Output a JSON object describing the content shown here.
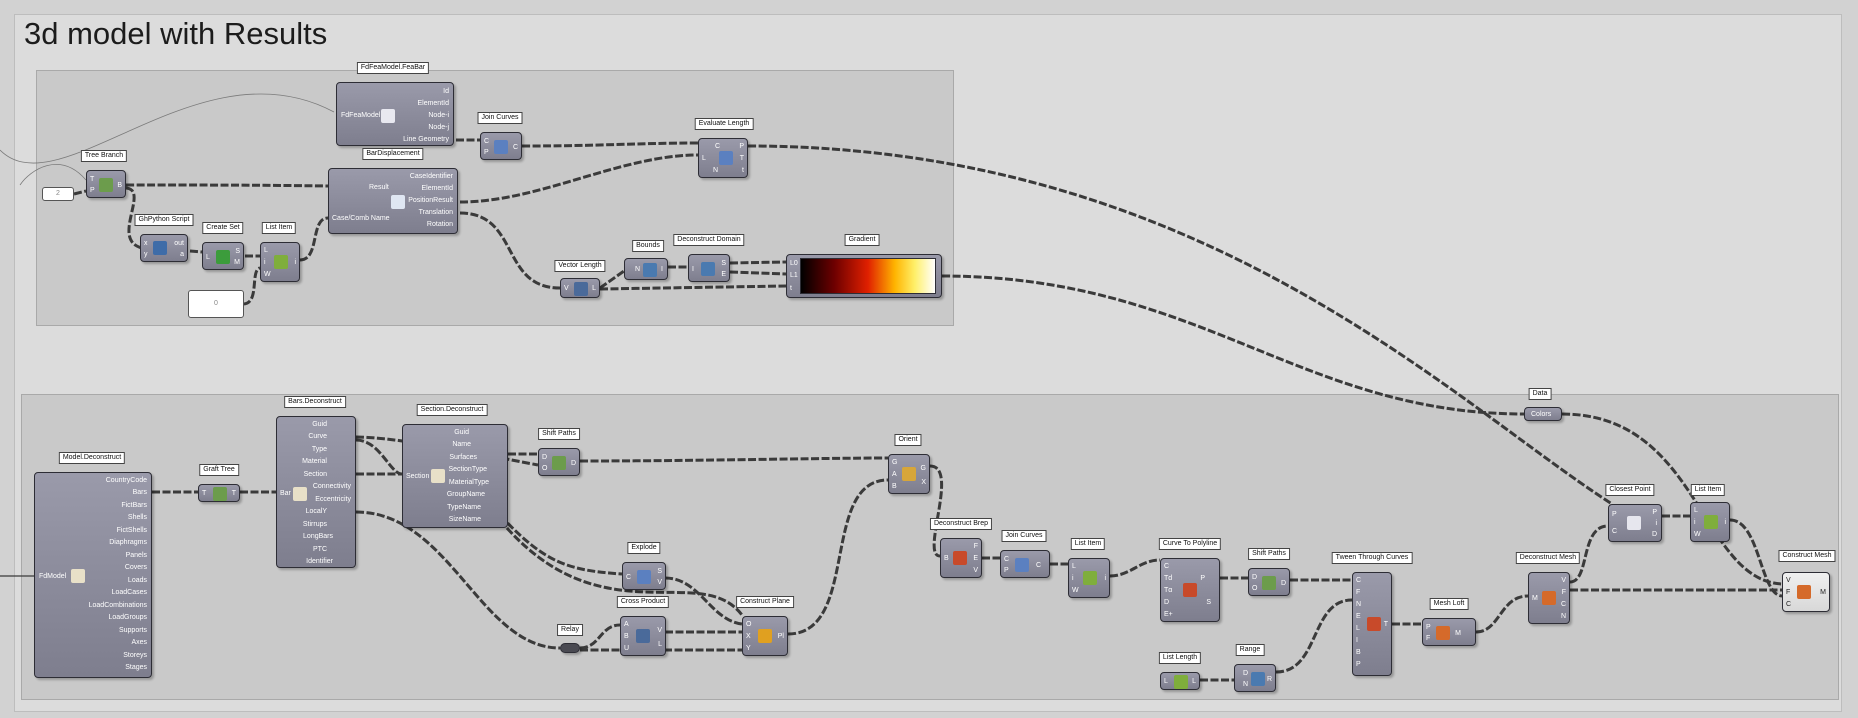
{
  "title": "3d model with Results",
  "labels": {
    "fdfea_model_feabar": "FdFeaModel.FeaBar",
    "join_curves_1": "Join Curves",
    "evaluate_length": "Evaluate Length",
    "tree_branch": "Tree Branch",
    "bar_displacement": "BarDisplacement",
    "ghpython": "GhPython Script",
    "create_set": "Create Set",
    "list_item_1": "List Item",
    "vector_length": "Vector Length",
    "bounds": "Bounds",
    "deconstruct_domain": "Deconstruct Domain",
    "gradient": "Gradient",
    "data": "Data",
    "bars_deconstruct": "Bars.Deconstruct",
    "section_deconstruct": "Section.Deconstruct",
    "shift_paths_1": "Shift Paths",
    "orient": "Orient",
    "model_deconstruct": "Model.Deconstruct",
    "graft_tree": "Graft Tree",
    "deconstruct_brep": "Deconstruct Brep",
    "join_curves_2": "Join Curves",
    "list_item_2": "List Item",
    "curve_to_polyline": "Curve To Polyline",
    "shift_paths_2": "Shift Paths",
    "tween_through_curves": "Tween Through Curves",
    "deconstruct_mesh": "Deconstruct Mesh",
    "closest_point": "Closest Point",
    "list_item_3": "List Item",
    "construct_mesh": "Construct Mesh",
    "explode": "Explode",
    "cross_product": "Cross Product",
    "construct_plane": "Construct Plane",
    "relay": "Relay",
    "mesh_loft": "Mesh Loft",
    "list_length": "List Length",
    "range": "Range"
  },
  "ports": {
    "feabar_in": [
      "FdFeaModel"
    ],
    "feabar_out": [
      "Id",
      "ElementId",
      "Node-i",
      "Node-j",
      "Line Geometry"
    ],
    "barDisp_in": [
      "Result",
      "Case/Comb Name"
    ],
    "barDisp_out": [
      "CaseIdentifier",
      "ElementId",
      "PositionResult",
      "Translation",
      "Rotation"
    ],
    "modelDecon_in": [
      "FdModel"
    ],
    "modelDecon_out": [
      "CountryCode",
      "Bars",
      "FictBars",
      "Shells",
      "FictShells",
      "Diaphragms",
      "Panels",
      "Covers",
      "Loads",
      "LoadCases",
      "LoadCombinations",
      "LoadGroups",
      "Supports",
      "Axes",
      "Storeys",
      "Stages"
    ],
    "barsDecon_in": [
      "Bar"
    ],
    "barsDecon_out": [
      "Guid",
      "Curve",
      "Type",
      "Material",
      "Section",
      "Connectivity",
      "Eccentricity",
      "LocalY",
      "Stirrups",
      "LongBars",
      "PTC",
      "Identifier"
    ],
    "sectionDecon_in": [
      "Section"
    ],
    "sectionDecon_out": [
      "Guid",
      "Name",
      "Surfaces",
      "SectionType",
      "MaterialType",
      "GroupName",
      "TypeName",
      "SizeName"
    ],
    "joinCurves1": [
      "C",
      "P",
      "C"
    ],
    "evalLen": [
      "C",
      "L",
      "N",
      "P",
      "T",
      "t"
    ],
    "treeBranch": [
      "T",
      "P",
      "B"
    ],
    "ghpy": [
      "x",
      "y",
      "out",
      "a"
    ],
    "createSet": [
      "L",
      "S",
      "M"
    ],
    "listItem1": [
      "L",
      "i",
      "W",
      "i"
    ],
    "vectorLen": [
      "V",
      "L"
    ],
    "bounds": [
      "N",
      "I"
    ],
    "deconDomain": [
      "I",
      "S",
      "E"
    ],
    "gradient": [
      "L0",
      "L1",
      "t"
    ],
    "data": "Colors",
    "graftTree": [
      "T",
      "T"
    ],
    "shiftPaths1": [
      "D",
      "O",
      "D"
    ],
    "orient": [
      "G",
      "A",
      "B",
      "G",
      "X"
    ],
    "deconBrep": [
      "B",
      "F",
      "E",
      "V"
    ],
    "joinCurves2": [
      "C",
      "P",
      "C"
    ],
    "listItem2": [
      "L",
      "i",
      "W",
      "i"
    ],
    "curvePoly": [
      "C",
      "Td",
      "Tα",
      "D",
      "E+",
      "P",
      "S"
    ],
    "shiftPaths2": [
      "D",
      "O",
      "D"
    ],
    "tween": [
      "C",
      "F",
      "N",
      "E",
      "L",
      "I",
      "B",
      "P",
      "T"
    ],
    "deconMesh": [
      "M",
      "V",
      "F",
      "C",
      "N"
    ],
    "closestPoint": [
      "P",
      "C",
      "P",
      "i",
      "D"
    ],
    "listItem3": [
      "L",
      "i",
      "W",
      "i"
    ],
    "constructMesh": [
      "V",
      "F",
      "C",
      "M"
    ],
    "explode": [
      "C",
      "S",
      "V"
    ],
    "crossProduct": [
      "A",
      "B",
      "U",
      "V",
      "L"
    ],
    "constructPlane": [
      "O",
      "X",
      "Y",
      "Pl"
    ],
    "meshLoft": [
      "P",
      "F",
      "M"
    ],
    "listLength": [
      "L",
      "L"
    ],
    "range": [
      "D",
      "N",
      "R"
    ]
  },
  "panels": {
    "panel_2": "2",
    "panel_0": "0"
  },
  "colors": {
    "canvas": "#d2d2d2",
    "component": "#8a8a9a",
    "wire": "#3a3a3a"
  }
}
